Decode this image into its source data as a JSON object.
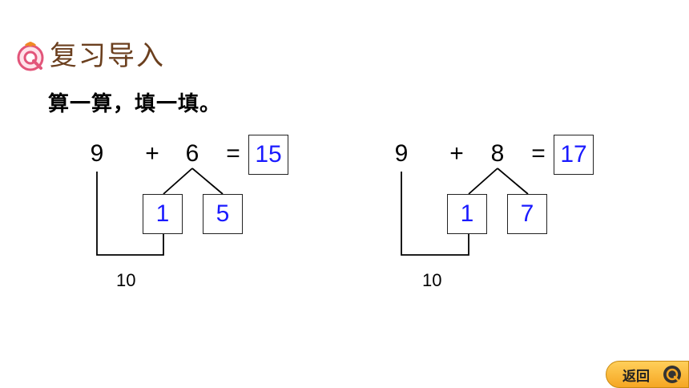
{
  "header": {
    "title": "复习导入",
    "logo_icon": "q-logo-icon"
  },
  "instruction": "算一算，填一填。",
  "problems": [
    {
      "a": "9",
      "op": "+",
      "b": "6",
      "eq": "=",
      "result": "15",
      "part1": "1",
      "part2": "5",
      "ten": "10"
    },
    {
      "a": "9",
      "op": "+",
      "b": "8",
      "eq": "=",
      "result": "17",
      "part1": "1",
      "part2": "7",
      "ten": "10"
    }
  ],
  "nav": {
    "back_label": "返回"
  },
  "colors": {
    "answer": "#1a1aff",
    "title": "#6b3f1e",
    "button": "#f5a623"
  }
}
